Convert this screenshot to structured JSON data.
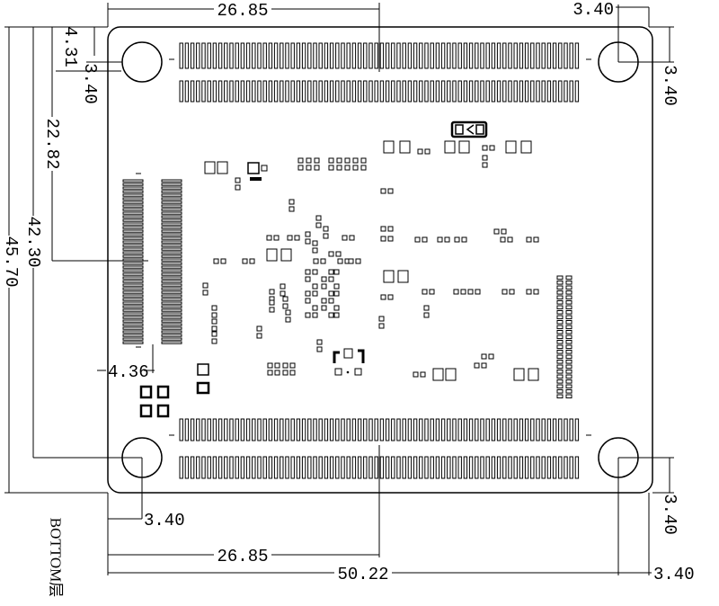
{
  "drawing": {
    "layer_label": "BOTTOM层",
    "line_color": "#000000",
    "background": "#ffffff"
  },
  "dimensions": {
    "top_span": "26.85",
    "top_right": "3.40",
    "right_top": "3.40",
    "left_a": "4.31",
    "left_b": "3.40",
    "left_c": "22.82",
    "left_d": "42.30",
    "left_e": "45.70",
    "left_f": "4.36",
    "bottom_left": "3.40",
    "bottom_span": "26.85",
    "bottom_total": "50.22",
    "bottom_right": "3.40",
    "right_bottom": "3.40"
  }
}
